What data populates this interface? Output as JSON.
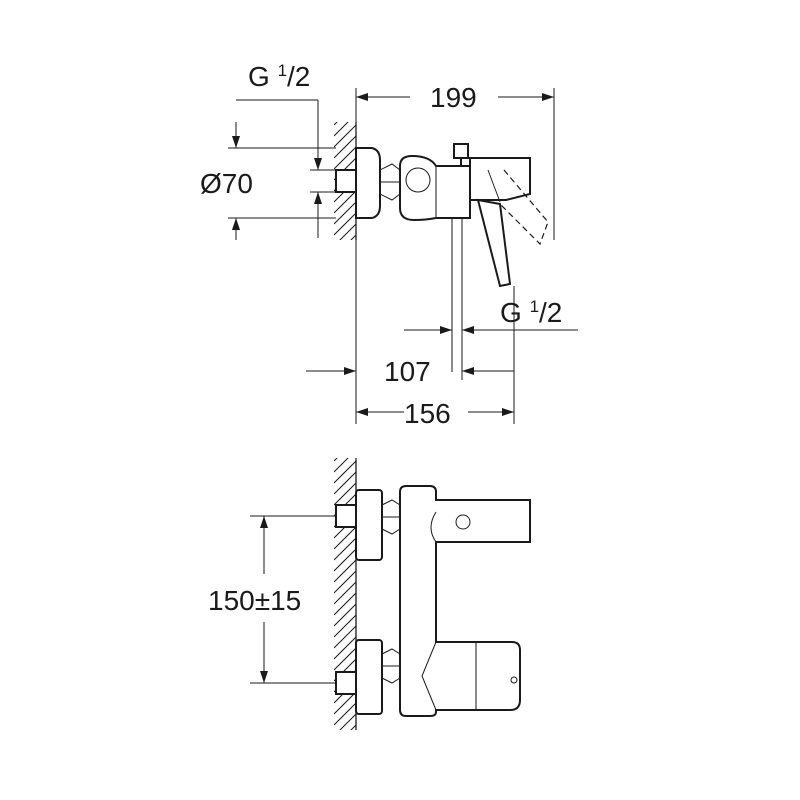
{
  "side_view": {
    "thread_top": {
      "base": "G ",
      "sup": "1",
      "sub": "/2"
    },
    "diameter": "Ø70",
    "width_total": "199",
    "thread_bottom": {
      "base": "G ",
      "sup": "1",
      "sub": "/2"
    },
    "offset": "107",
    "depth": "156"
  },
  "front_view": {
    "spacing": "150±15"
  },
  "colors": {
    "ink": "#1a1a1a",
    "paper": "#ffffff"
  }
}
